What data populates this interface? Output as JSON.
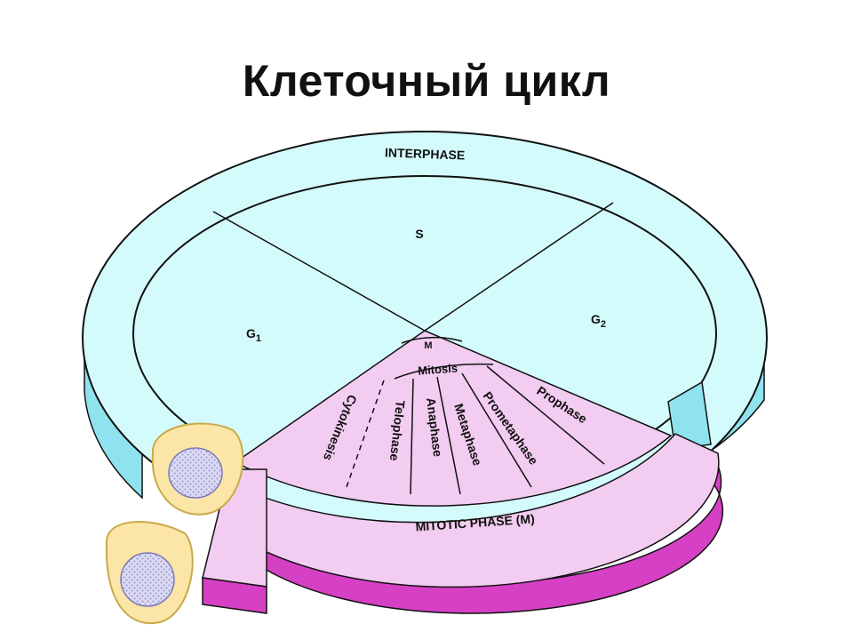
{
  "title": "Клеточный цикл",
  "diagram": {
    "outer_ring_label": "INTERPHASE",
    "inner_phases": {
      "s": "S",
      "g1": "G",
      "g1_sub": "1",
      "g2": "G",
      "g2_sub": "2",
      "m": "M"
    },
    "mitosis_label": "Mitosis",
    "mitosis_stages": [
      "Cytokinesis",
      "Telophase",
      "Anaphase",
      "Metaphase",
      "Prometaphase",
      "Prophase"
    ],
    "mitotic_phase_label": "MITOTIC PHASE (M)",
    "colors": {
      "interphase_fill": "#d4fbfb",
      "interphase_side": "#8fe3ee",
      "mitotic_top": "#f3ccf1",
      "mitotic_side": "#d640c4",
      "cell_fill": "#fbe6a8",
      "nucleus_fill": "#d8d6f0"
    }
  }
}
